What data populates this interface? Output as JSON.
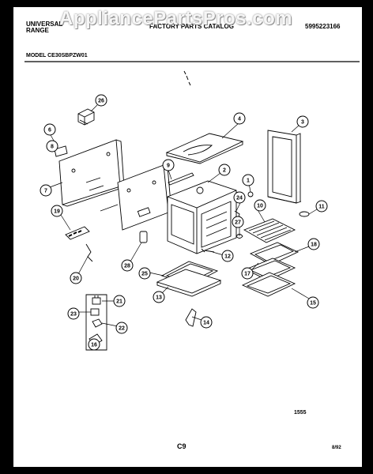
{
  "header": {
    "brand_line1": "UNIVERSAL",
    "brand_line2": "RANGE",
    "catalog_title": "FACTORY PARTS CATALOG",
    "catalog_number": "5995223166",
    "model": "MODEL CE30SBPZW01"
  },
  "watermark": "AppliancePartsPros.com",
  "diagram": {
    "callouts": [
      "26",
      "6",
      "7",
      "8",
      "9",
      "4",
      "3",
      "2",
      "1",
      "24",
      "10",
      "11",
      "19",
      "20",
      "28",
      "27",
      "18",
      "12",
      "17",
      "25",
      "13",
      "15",
      "14",
      "21",
      "23",
      "22",
      "16"
    ]
  },
  "footer": {
    "drawing_number": "1555",
    "page_code": "C9",
    "date": "8/92"
  }
}
